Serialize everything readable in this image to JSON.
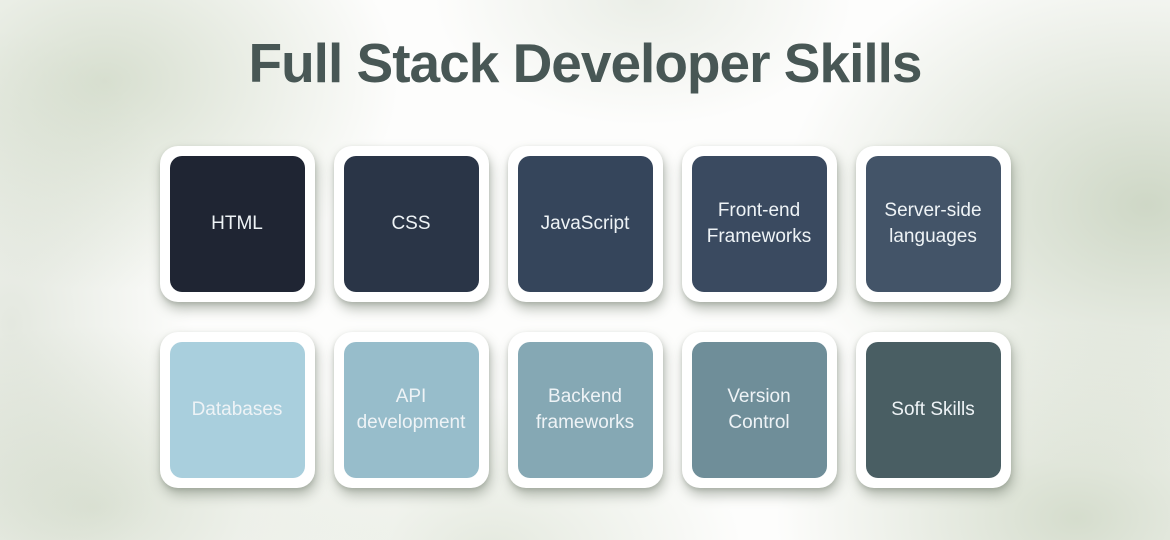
{
  "title": "Full Stack Developer Skills",
  "colors": {
    "title_text": "#485755",
    "tile_text": "#eef3f6",
    "card_frame": "#ffffff",
    "background_tint": "#a3b592"
  },
  "tiles": [
    {
      "label": "HTML",
      "color": "#1f2533"
    },
    {
      "label": "CSS",
      "color": "#2a3547"
    },
    {
      "label": "JavaScript",
      "color": "#35455b"
    },
    {
      "label": "Front-end Frameworks",
      "color": "#3a4a60"
    },
    {
      "label": "Server-side languages",
      "color": "#435468"
    },
    {
      "label": "Databases",
      "color": "#a9cfdd"
    },
    {
      "label": "API development",
      "color": "#97bdcb"
    },
    {
      "label": "Backend frameworks",
      "color": "#85a8b4"
    },
    {
      "label": "Version Control",
      "color": "#6f8e99"
    },
    {
      "label": "Soft Skills",
      "color": "#495e63"
    }
  ]
}
